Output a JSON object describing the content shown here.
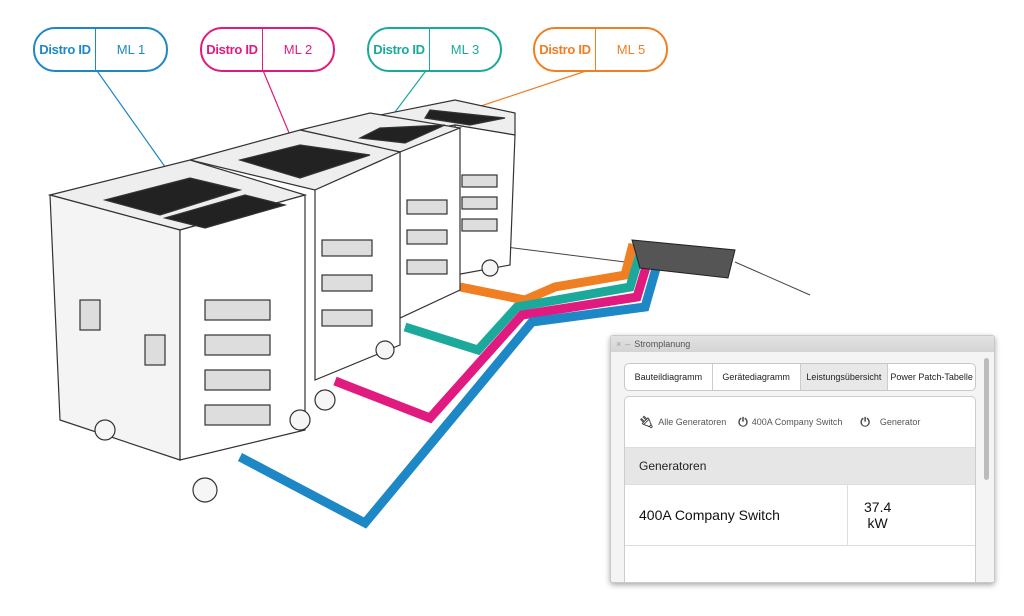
{
  "labels": [
    {
      "key": "Distro ID",
      "value": "ML 1",
      "color": "#1e87c6"
    },
    {
      "key": "Distro ID",
      "value": "ML 2",
      "color": "#e01a7f"
    },
    {
      "key": "Distro ID",
      "value": "ML 3",
      "color": "#1aa99a"
    },
    {
      "key": "Distro ID",
      "value": "ML 5",
      "color": "#f07e22"
    }
  ],
  "window": {
    "title": "Stromplanung",
    "tabs": [
      "Bauteildiagramm",
      "Gerätediagramm",
      "Leistungsübersicht",
      "Power Patch-Tabelle"
    ],
    "active_tab": "Leistungsübersicht",
    "filters": [
      {
        "icon": "plug-icon",
        "label": "Alle Generatoren"
      },
      {
        "icon": "power-icon",
        "label": "400A Company Switch"
      },
      {
        "icon": "power-icon",
        "label": "Generator"
      }
    ],
    "section": "Generatoren",
    "rows": [
      {
        "name": "400A Company Switch",
        "power": "37.4",
        "unit": "kW"
      }
    ]
  }
}
